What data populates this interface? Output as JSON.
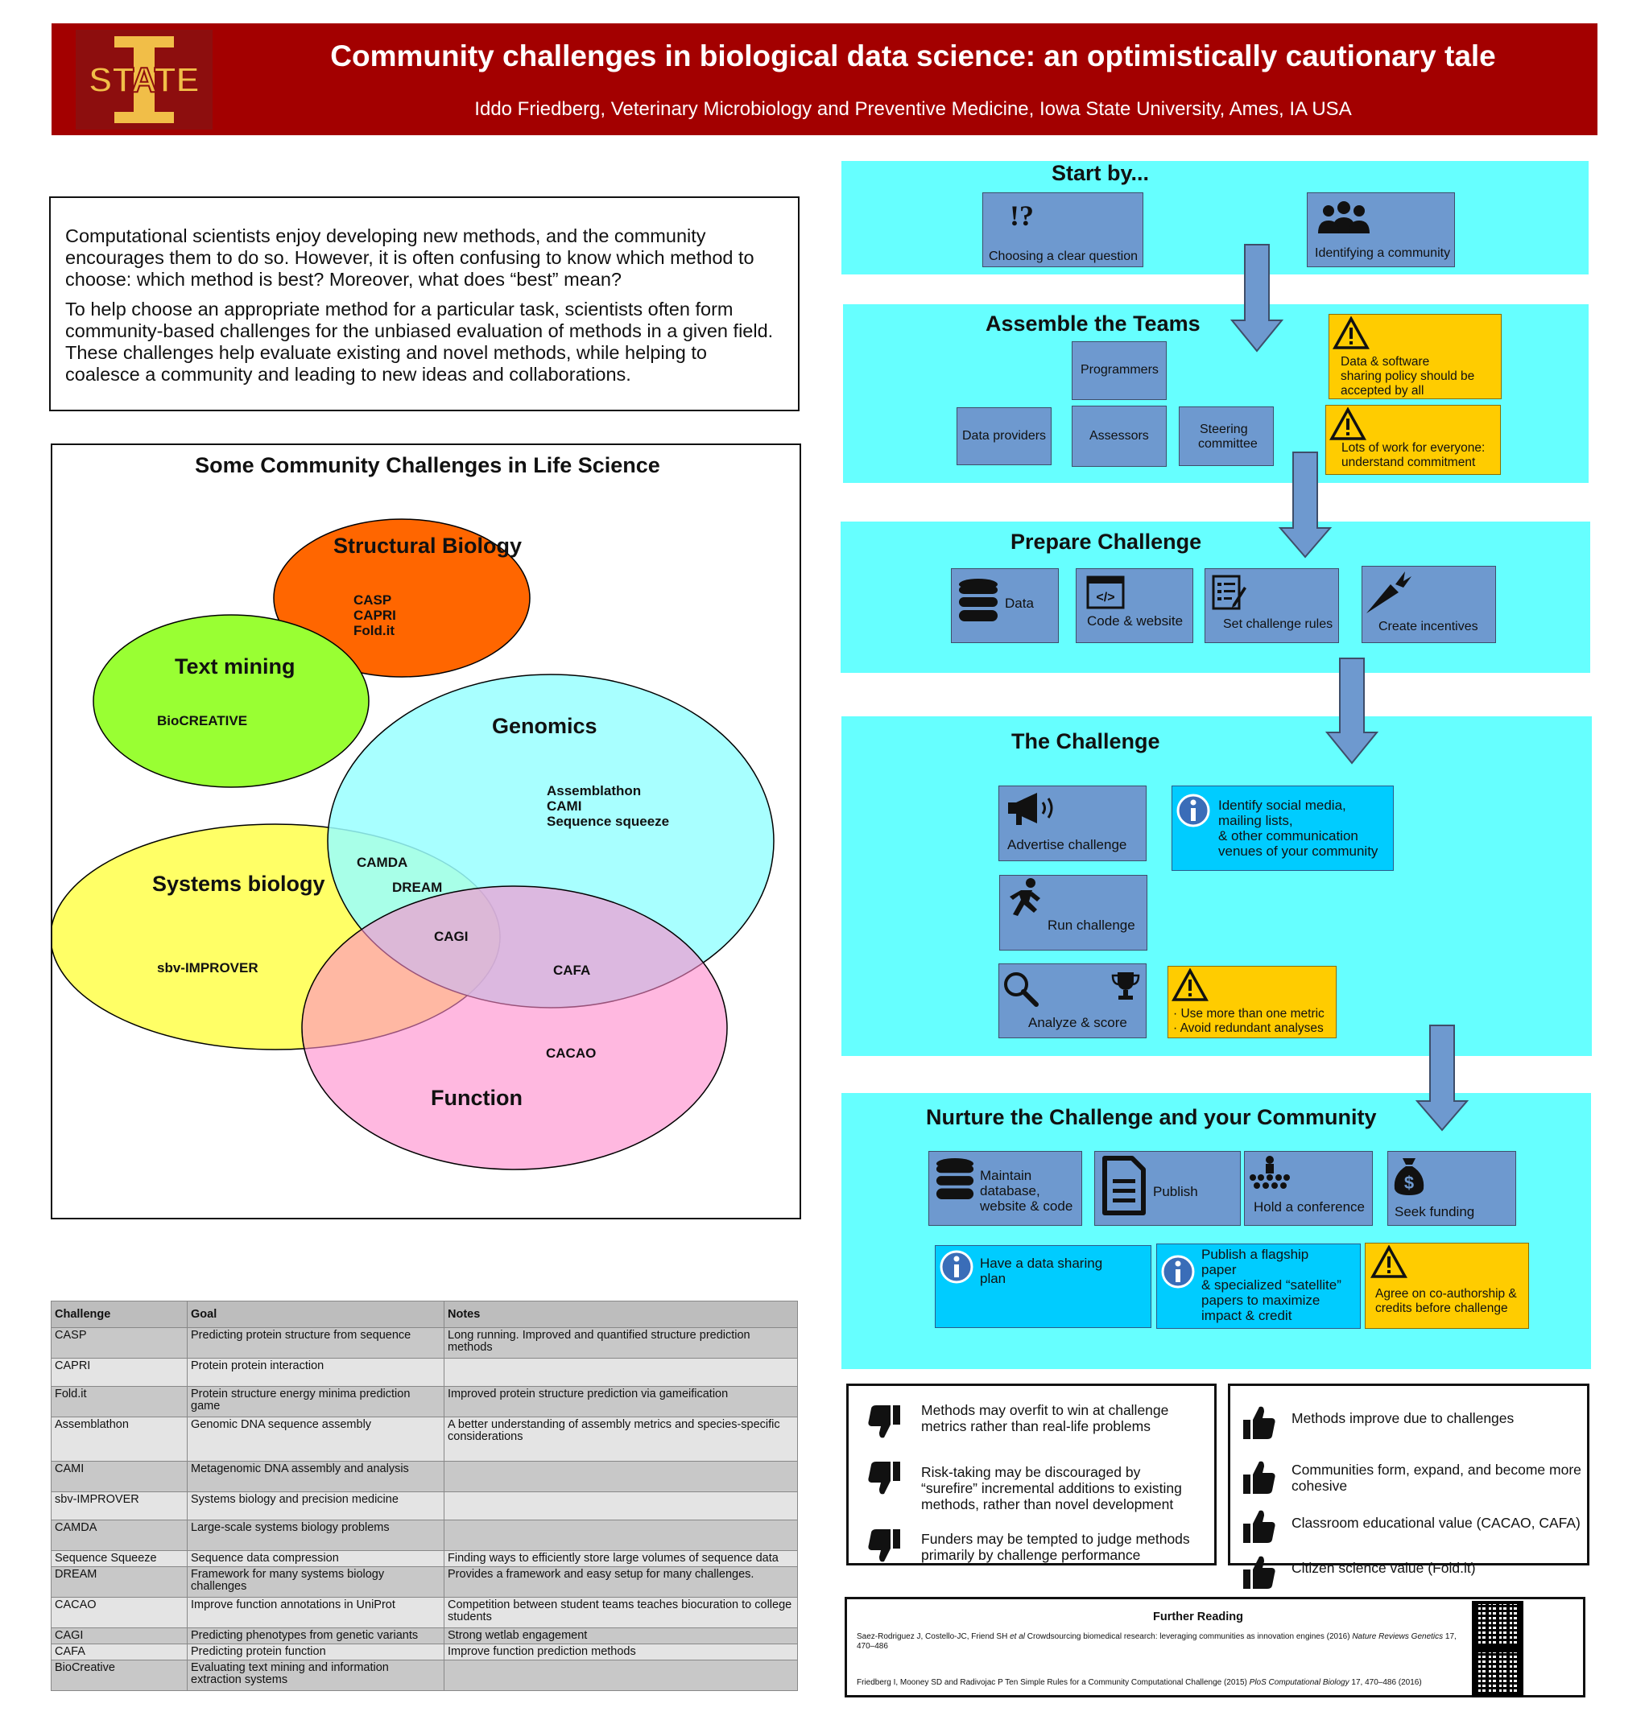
{
  "header": {
    "logo_text": "STATE",
    "title": "Community  challenges in biological data science: an optimistically cautionary tale",
    "subtitle": "Iddo Friedberg, Veterinary Microbiology and Preventive Medicine, Iowa State University, Ames, IA USA"
  },
  "intro": {
    "p1": "Computational scientists enjoy developing new methods, and the community encourages them to do so. However, it is often confusing to know which method to choose: which method is best? Moreover, what does “best” mean?",
    "p2": "To help choose an appropriate method for a particular task, scientists often form community-based challenges for the unbiased evaluation of methods in a given field. These challenges help evaluate existing and novel methods, while helping to coalesce a community and leading to new ideas and collaborations."
  },
  "venn": {
    "title": "Some Community Challenges in Life Science",
    "structural": {
      "label": "Structural Biology",
      "items": [
        "CASP",
        "CAPRI",
        "Fold.it"
      ]
    },
    "text_mining": {
      "label": "Text mining",
      "items": [
        "BioCREATIVE"
      ]
    },
    "genomics": {
      "label": "Genomics",
      "items": [
        "Assemblathon",
        "CAMI",
        "Sequence squeeze"
      ]
    },
    "systems": {
      "label": "Systems biology",
      "items": [
        "sbv-IMPROVER"
      ]
    },
    "function": {
      "label": "Function",
      "items": [
        "CACAO"
      ]
    },
    "overlaps": {
      "camda": "CAMDA",
      "dream": "DREAM",
      "cagi": "CAGI",
      "cafa": "CAFA"
    },
    "colors": {
      "structural": "#ff6600",
      "text_mining": "#99ff33",
      "genomics": "#99ffff",
      "systems": "#ffff66",
      "function": "#ffaadd"
    }
  },
  "table": {
    "headers": [
      "Challenge",
      "Goal",
      "Notes"
    ],
    "rows": [
      [
        "CASP",
        "Predicting protein structure from sequence",
        "Long running. Improved and quantified structure prediction methods"
      ],
      [
        "CAPRI",
        "Protein protein interaction",
        ""
      ],
      [
        "Fold.it",
        "Protein structure energy minima prediction game",
        "Improved protein structure prediction via gameification"
      ],
      [
        "Assemblathon",
        "Genomic DNA sequence assembly",
        "A better understanding of assembly metrics and species-specific considerations"
      ],
      [
        "CAMI",
        "Metagenomic DNA assembly and analysis",
        ""
      ],
      [
        "sbv-IMPROVER",
        "Systems biology and precision medicine",
        ""
      ],
      [
        "CAMDA",
        "Large-scale systems biology problems",
        ""
      ],
      [
        "Sequence Squeeze",
        "Sequence data compression",
        "Finding ways to efficiently store large volumes of sequence data"
      ],
      [
        "DREAM",
        "Framework for many systems biology challenges",
        "Provides a framework and easy setup for many challenges."
      ],
      [
        "CACAO",
        "Improve function annotations in UniProt",
        "Competition between student teams teaches biocuration to college students"
      ],
      [
        "CAGI",
        "Predicting phenotypes from genetic variants",
        "Strong wetlab engagement"
      ],
      [
        "CAFA",
        "Predicting protein function",
        "Improve function prediction methods"
      ],
      [
        "BioCreative",
        "Evaluating text mining and information extraction systems",
        ""
      ]
    ]
  },
  "flow": {
    "start": {
      "title": "Start by...",
      "question_icon": "!?",
      "question": "Choosing a clear question",
      "community": "Identifying a community"
    },
    "assemble": {
      "title": "Assemble the Teams",
      "programmers": "Programmers",
      "data_providers": "Data providers",
      "assessors": "Assessors",
      "steering_l1": "Steering",
      "steering_l2": "committee",
      "warn1": [
        "Data & software",
        "sharing policy should be",
        "accepted by all"
      ],
      "warn2": [
        "Lots of work for everyone:",
        "understand commitment"
      ]
    },
    "prepare": {
      "title": "Prepare Challenge",
      "data": "Data",
      "code": "Code & website",
      "rules": "Set challenge rules",
      "incentives": "Create incentives"
    },
    "challenge": {
      "title": "The Challenge",
      "advertise": "Advertise challenge",
      "info": [
        "Identify social media,",
        "mailing lists,",
        "& other communication",
        "venues of your community"
      ],
      "run": "Run challenge",
      "analyze": "Analyze & score",
      "warn": [
        "· Use more than one metric",
        "· Avoid redundant analyses"
      ]
    },
    "nurture": {
      "title": "Nurture the Challenge and your Community",
      "maintain": [
        "Maintain",
        "database,",
        "website & code"
      ],
      "publish": "Publish",
      "conference": "Hold a conference",
      "funding": "Seek funding",
      "info1": [
        "Have a data sharing",
        "plan"
      ],
      "info2": [
        "Publish a flagship",
        "paper",
        "& specialized “satellite”",
        "papers to maximize",
        "impact & credit"
      ],
      "warn": [
        "Agree on co-authorship &",
        "credits before challenge"
      ]
    }
  },
  "cons": [
    [
      "Methods may overfit to win at challenge",
      "metrics rather than real-life problems"
    ],
    [
      "Risk-taking may be discouraged by",
      "“surefire” incremental additions to existing",
      "methods, rather than novel development"
    ],
    [
      "Funders may be tempted to judge methods",
      "primarily by challenge performance"
    ]
  ],
  "pros": [
    [
      "Methods improve due to challenges"
    ],
    [
      "Communities form, expand, and become more",
      "cohesive"
    ],
    [
      "Classroom educational value (CACAO, CAFA)"
    ],
    [
      "Citizen science value (Fold.it)"
    ]
  ],
  "further": {
    "title": "Further Reading",
    "ref1_a": "Saez-Rodriguez J, Costello-JC, Friend SH ",
    "ref1_b": "et al",
    "ref1_c": " Crowdsourcing biomedical research: leveraging communities as innovation engines (2016) ",
    "ref1_d": "Nature Reviews Genetics",
    "ref1_e": " 17,",
    "ref1_f": "470–486",
    "ref2_a": "Friedberg I, Mooney SD and Radivojac P Ten Simple Rules for a Community Computational Challenge (2015) ",
    "ref2_b": "PloS Computational Biology",
    "ref2_c": " 17, 470–486 (2016)"
  },
  "icons": {
    "question": "question-exclaim-icon",
    "community": "people-group-icon",
    "warning": "warning-triangle-icon",
    "data": "database-icon",
    "code": "code-window-icon",
    "rules": "checklist-icon",
    "incentives": "carrot-icon",
    "advertise": "megaphone-icon",
    "info": "info-circle-icon",
    "run": "runner-icon",
    "analyze": "magnifier-icon",
    "trophy": "trophy-icon",
    "publish": "document-icon",
    "conference": "audience-icon",
    "funding": "money-bag-icon",
    "thumbs_down": "thumbs-down-icon",
    "thumbs_up": "thumbs-up-icon",
    "qr": "qr-code-icon"
  },
  "colors": {
    "header_bg": "#a30000",
    "panel": "#66ffff",
    "box": "#6e99cf",
    "warning": "#ffcc00",
    "info": "#00ccff",
    "arrow": "#6e99cf"
  }
}
